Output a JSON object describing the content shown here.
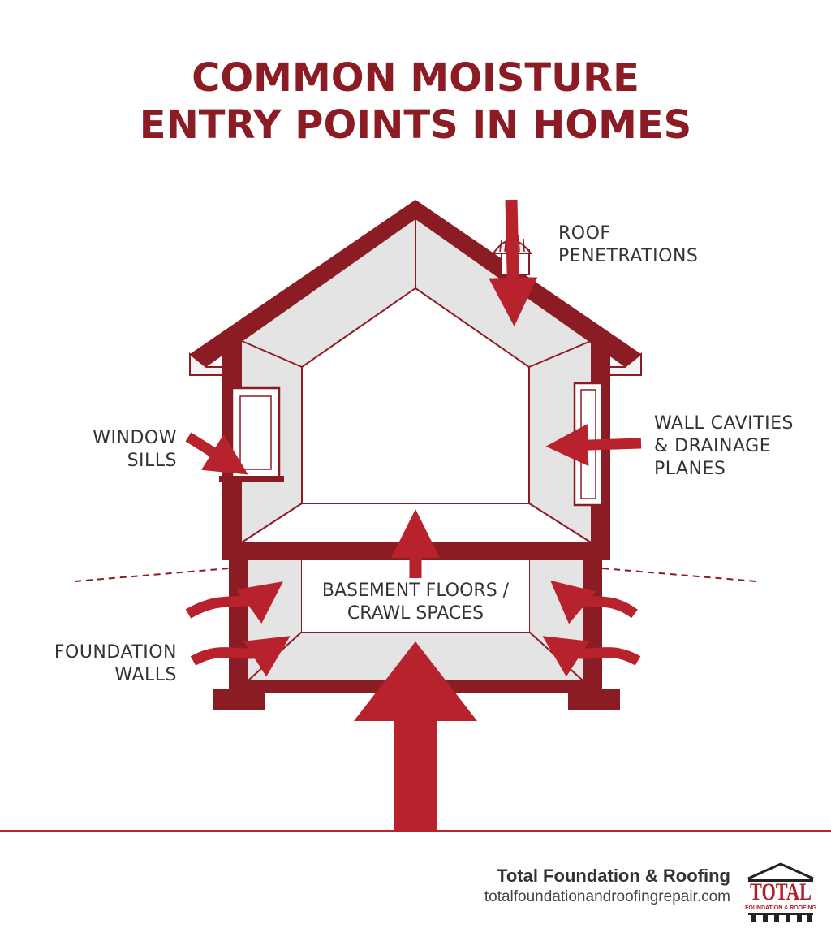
{
  "title": {
    "line1": "COMMON MOISTURE",
    "line2": "ENTRY POINTS IN HOMES"
  },
  "labels": {
    "roof": {
      "line1": "ROOF",
      "line2": "PENETRATIONS"
    },
    "window": {
      "line1": "WINDOW",
      "line2": "SILLS"
    },
    "wall": {
      "line1": "WALL CAVITIES",
      "line2": "& DRAINAGE",
      "line3": "PLANES"
    },
    "basement": {
      "line1": "BASEMENT FLOORS /",
      "line2": "CRAWL SPACES"
    },
    "foundation": {
      "line1": "FOUNDATION",
      "line2": "WALLS"
    }
  },
  "footer": {
    "company": "Total Foundation & Roofing",
    "url": "totalfoundationandroofingrepair.com"
  },
  "logo": {
    "main": "TOTAL",
    "sub": "FOUNDATION & ROOFING"
  },
  "colors": {
    "dark_red": "#8b1c24",
    "arrow_red": "#b8222c",
    "light_gray": "#e4e4e4",
    "text": "#333333"
  }
}
